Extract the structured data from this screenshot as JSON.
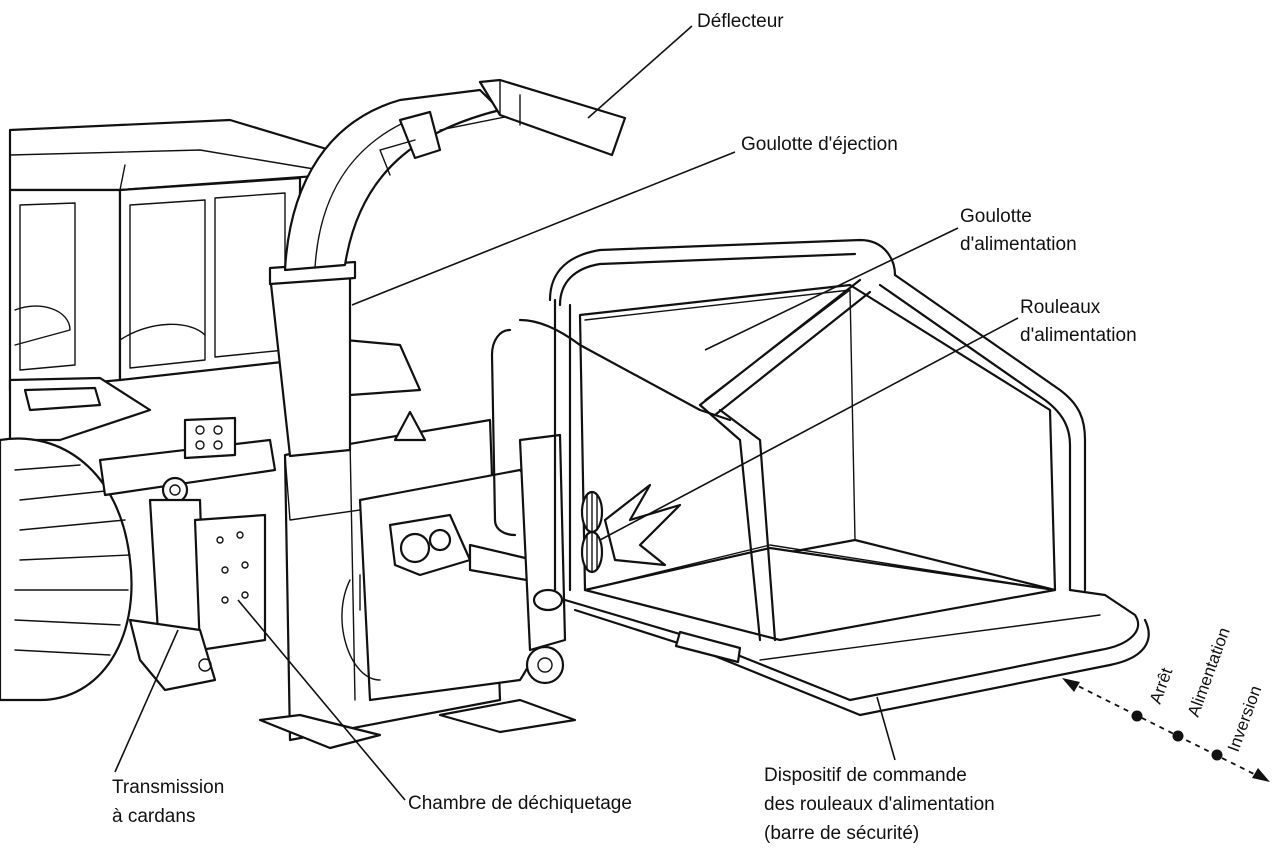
{
  "labels": {
    "deflecteur": "Déflecteur",
    "goulotte_ejection": "Goulotte d'éjection",
    "goulotte_alim_1": "Goulotte",
    "goulotte_alim_2": "d'alimentation",
    "rouleaux_1": "Rouleaux",
    "rouleaux_2": "d'alimentation",
    "transmission_1": "Transmission",
    "transmission_2": "à cardans",
    "chambre": "Chambre de déchiquetage",
    "dispositif_1": "Dispositif de commande",
    "dispositif_2": "des rouleaux d'alimentation",
    "dispositif_3": "(barre de sécurité)"
  },
  "control_positions": [
    "Arrêt",
    "Alimentation",
    "Inversion"
  ]
}
